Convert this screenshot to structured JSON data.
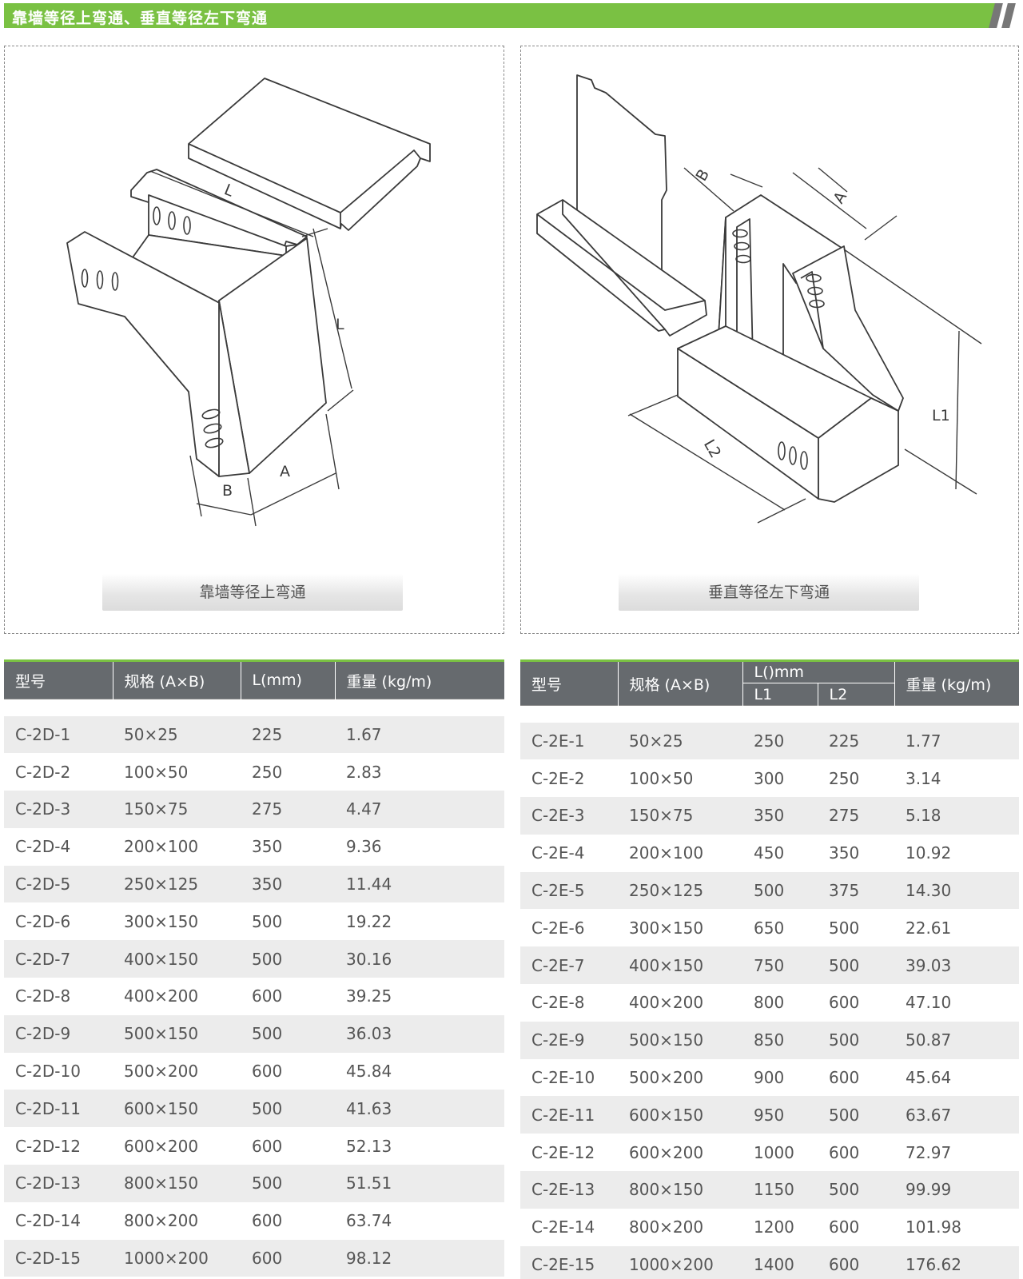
{
  "header": {
    "title": "靠墙等径上弯通、垂直等径左下弯通",
    "accent_color": "#7ac143",
    "slash_color": "#777777"
  },
  "figures": {
    "left": {
      "caption": "靠墙等径上弯通",
      "labels": {
        "length_top": "L",
        "length_side": "L",
        "width_b": "B",
        "width_a": "A"
      }
    },
    "right": {
      "caption": "垂直等径左下弯通",
      "labels": {
        "width_b": "B",
        "width_a": "A",
        "height_l1": "L1",
        "length_l2": "L2"
      }
    }
  },
  "table_left": {
    "headers": [
      "型号",
      "规格 (A×B)",
      "L(mm)",
      "重量 (kg/m)"
    ],
    "rows": [
      [
        "C-2D-1",
        "50×25",
        "225",
        "1.67"
      ],
      [
        "C-2D-2",
        "100×50",
        "250",
        "2.83"
      ],
      [
        "C-2D-3",
        "150×75",
        "275",
        "4.47"
      ],
      [
        "C-2D-4",
        "200×100",
        "350",
        "9.36"
      ],
      [
        "C-2D-5",
        "250×125",
        "350",
        "11.44"
      ],
      [
        "C-2D-6",
        "300×150",
        "500",
        "19.22"
      ],
      [
        "C-2D-7",
        "400×150",
        "500",
        "30.16"
      ],
      [
        "C-2D-8",
        "400×200",
        "600",
        "39.25"
      ],
      [
        "C-2D-9",
        "500×150",
        "500",
        "36.03"
      ],
      [
        "C-2D-10",
        "500×200",
        "600",
        "45.84"
      ],
      [
        "C-2D-11",
        "600×150",
        "500",
        "41.63"
      ],
      [
        "C-2D-12",
        "600×200",
        "600",
        "52.13"
      ],
      [
        "C-2D-13",
        "800×150",
        "500",
        "51.51"
      ],
      [
        "C-2D-14",
        "800×200",
        "600",
        "63.74"
      ],
      [
        "C-2D-15",
        "1000×200",
        "600",
        "98.12"
      ]
    ]
  },
  "table_right": {
    "headers": [
      "型号",
      "规格 (A×B)",
      "L()mm",
      "重量 (kg/m)"
    ],
    "subheaders": [
      "L1",
      "L2"
    ],
    "rows": [
      [
        "C-2E-1",
        "50×25",
        "250",
        "225",
        "1.77"
      ],
      [
        "C-2E-2",
        "100×50",
        "300",
        "250",
        "3.14"
      ],
      [
        "C-2E-3",
        "150×75",
        "350",
        "275",
        "5.18"
      ],
      [
        "C-2E-4",
        "200×100",
        "450",
        "350",
        "10.92"
      ],
      [
        "C-2E-5",
        "250×125",
        "500",
        "375",
        "14.30"
      ],
      [
        "C-2E-6",
        "300×150",
        "650",
        "500",
        "22.61"
      ],
      [
        "C-2E-7",
        "400×150",
        "750",
        "500",
        "39.03"
      ],
      [
        "C-2E-8",
        "400×200",
        "800",
        "600",
        "47.10"
      ],
      [
        "C-2E-9",
        "500×150",
        "850",
        "500",
        "50.87"
      ],
      [
        "C-2E-10",
        "500×200",
        "900",
        "600",
        "45.64"
      ],
      [
        "C-2E-11",
        "600×150",
        "950",
        "500",
        "63.67"
      ],
      [
        "C-2E-12",
        "600×200",
        "1000",
        "600",
        "72.97"
      ],
      [
        "C-2E-13",
        "800×150",
        "1150",
        "500",
        "99.99"
      ],
      [
        "C-2E-14",
        "800×200",
        "1200",
        "600",
        "101.98"
      ],
      [
        "C-2E-15",
        "1000×200",
        "1400",
        "600",
        "176.62"
      ]
    ]
  }
}
